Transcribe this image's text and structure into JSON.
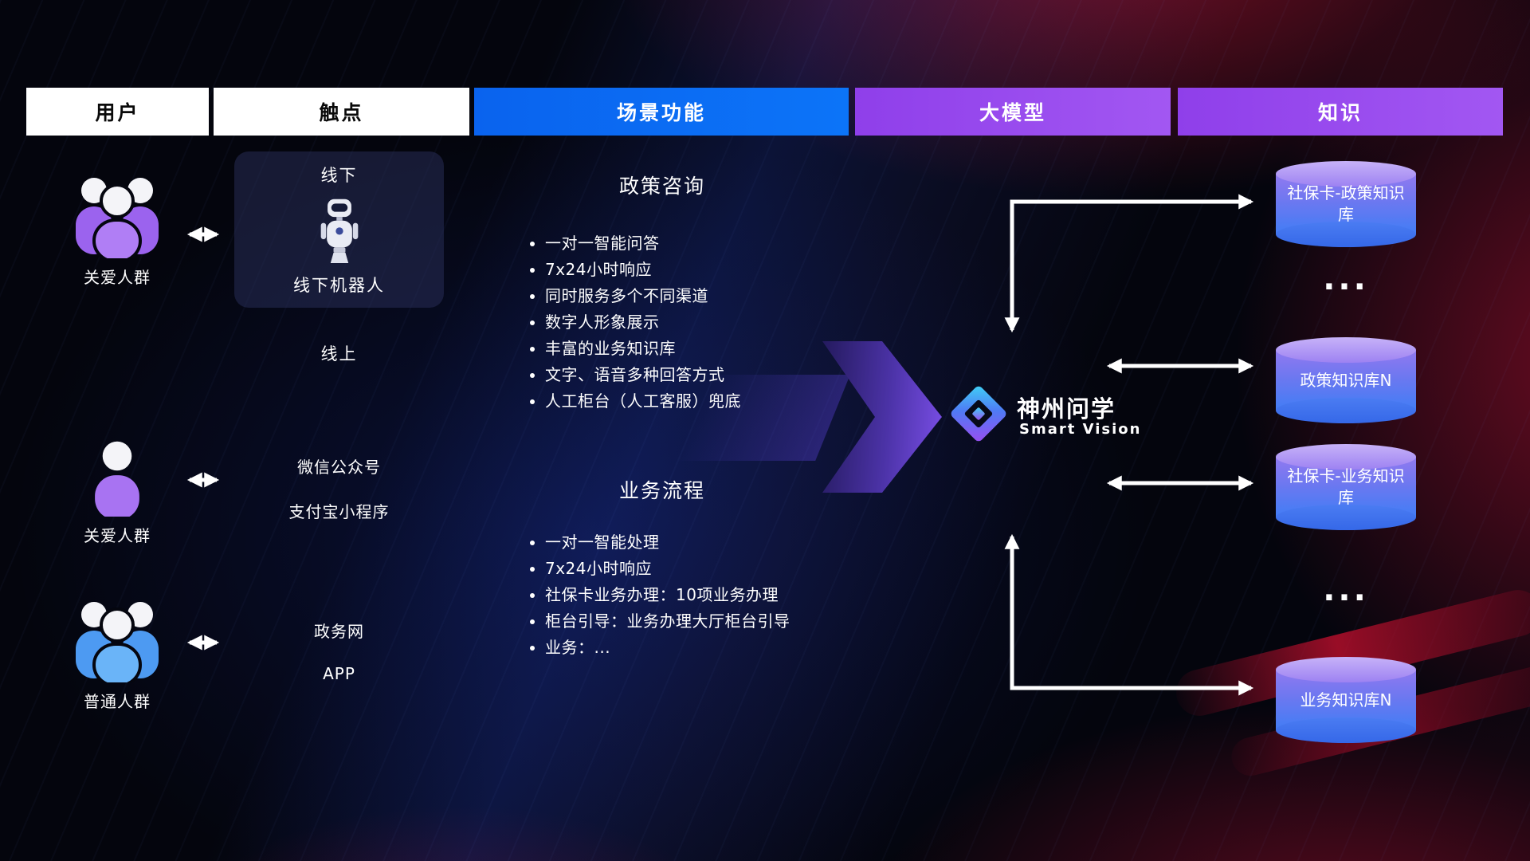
{
  "header": {
    "columns": [
      {
        "label": "用户"
      },
      {
        "label": "触点"
      },
      {
        "label": "场景功能"
      },
      {
        "label": "大模型"
      },
      {
        "label": "知识"
      }
    ]
  },
  "users": [
    {
      "label": "关爱人群",
      "icon": "people-group-icon",
      "color": "#a873f2"
    },
    {
      "label": "关爱人群",
      "icon": "person-icon",
      "color": "#a873f2"
    },
    {
      "label": "普通人群",
      "icon": "people-group-icon",
      "color": "#55a8f5"
    }
  ],
  "touchpoints": {
    "offline_title": "线下",
    "offline_robot_label": "线下机器人",
    "online_title": "线上",
    "items": [
      "微信公众号",
      "支付宝小程序",
      "政务网",
      "APP"
    ]
  },
  "scenes": [
    {
      "title": "政策咨询",
      "items": [
        "一对一智能问答",
        "7x24小时响应",
        "同时服务多个不同渠道",
        "数字人形象展示",
        "丰富的业务知识库",
        "文字、语音多种回答方式",
        "人工柜台（人工客服）兜底"
      ]
    },
    {
      "title": "业务流程",
      "items": [
        "一对一智能处理",
        "7x24小时响应",
        "社保卡业务办理：10项业务办理",
        "柜台引导：业务办理大厅柜台引导",
        "业务：..."
      ]
    }
  ],
  "model": {
    "name": "神州问学",
    "subtitle": "Smart Vision"
  },
  "knowledge": {
    "items": [
      "社保卡-政策知识库",
      "政策知识库N",
      "社保卡-业务知识库",
      "业务知识库N"
    ],
    "ellipsis": "..."
  },
  "colors": {
    "scene_header_blue": "#0a6af2",
    "model_header_purple": "#9a4bf0",
    "care_user_purple": "#a873f2",
    "ordinary_user_blue": "#55a8f5",
    "kb_cylinder_top": "#b49af6",
    "kb_cylinder_bottom": "#3f7cf5",
    "flow_arrow_purple": "#7b4fe8",
    "arrow_white": "#ffffff",
    "bg_red_glow": "#c8143c",
    "bg_blue_glow": "#1e3cbe"
  }
}
